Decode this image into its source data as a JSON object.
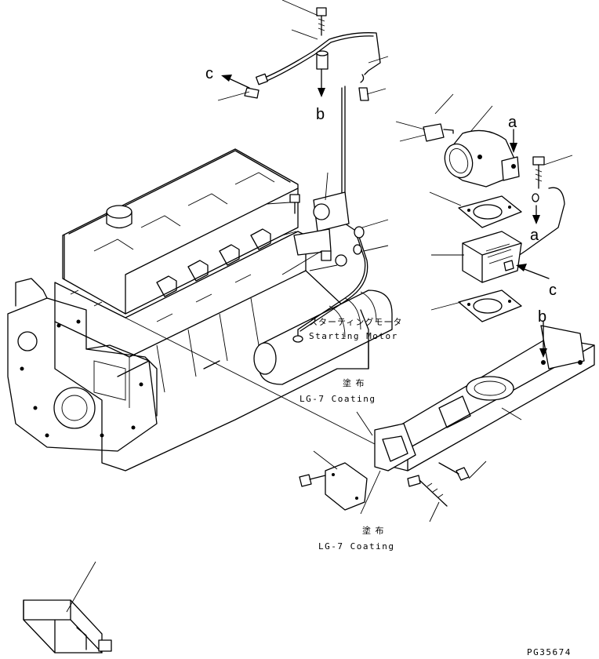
{
  "labels": {
    "c_top": "c",
    "b_top": "b",
    "a_top": "a",
    "a_mid": "a",
    "c_right": "c",
    "b_right": "b"
  },
  "annotations": {
    "starting_motor_jp": "スターティングモータ",
    "starting_motor_en": "Starting Motor",
    "coating1_jp": "塗 布",
    "coating1_en": "LG-7 Coating",
    "coating2_jp": "塗 布",
    "coating2_en": "LG-7 Coating"
  },
  "figure_code": "PG35674"
}
